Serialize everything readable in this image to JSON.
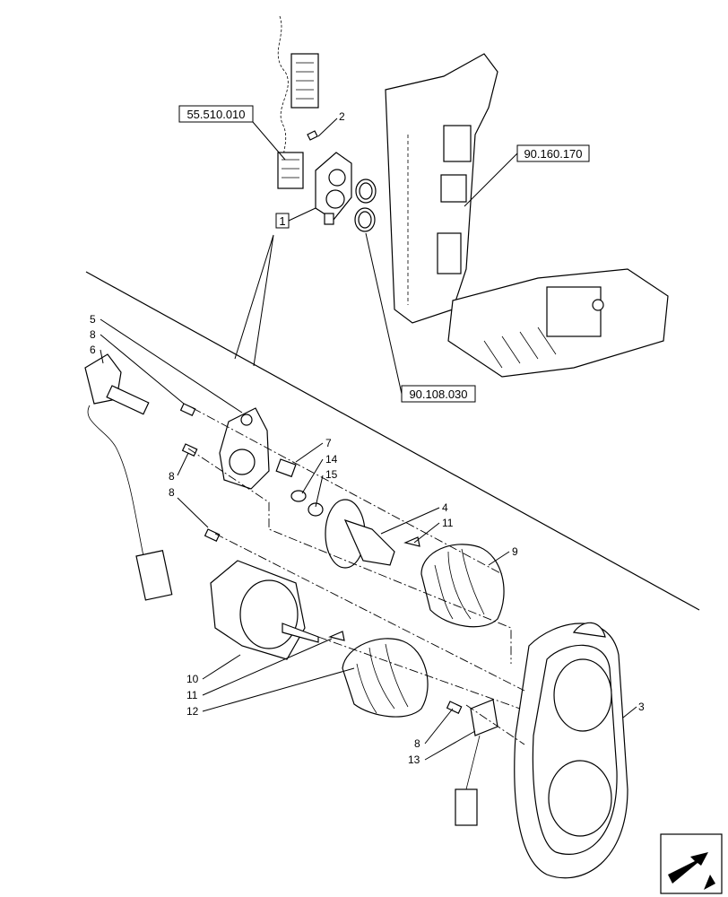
{
  "references": {
    "ref_55510010": "55.510.010",
    "ref_90160170": "90.160.170",
    "ref_90108030": "90.108.030"
  },
  "callouts": {
    "c1": "1",
    "c2": "2",
    "c3": "3",
    "c4": "4",
    "c5": "5",
    "c6": "6",
    "c7": "7",
    "c8a": "8",
    "c8b": "8",
    "c8c": "8",
    "c8d": "8",
    "c9": "9",
    "c10": "10",
    "c11a": "11",
    "c11b": "11",
    "c12": "12",
    "c13": "13",
    "c14": "14",
    "c15": "15"
  },
  "icons": {
    "nav": "next-page-arrow-icon"
  }
}
